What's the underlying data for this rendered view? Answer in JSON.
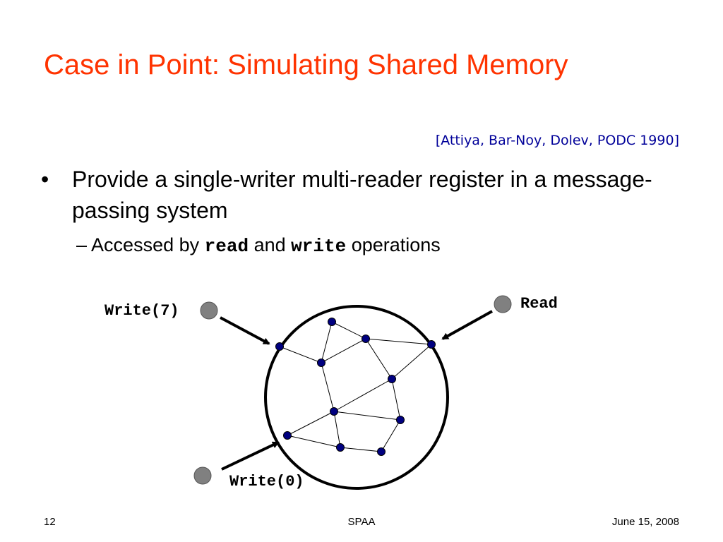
{
  "slide": {
    "title": "Case in Point: Simulating Shared Memory",
    "citation": "[Attiya, Bar-Noy, Dolev, PODC 1990]",
    "bullet": {
      "marker": "•",
      "text": "Provide a single-writer multi-reader register in a message-passing system"
    },
    "subbullet": {
      "marker": "–",
      "prefix": "Accessed by",
      "op1": "read",
      "middle": "and",
      "op2": "write",
      "suffix": "operations"
    }
  },
  "diagram": {
    "labels": {
      "write7": "Write(7)",
      "read": "Read",
      "write0": "Write(0)"
    }
  },
  "footer": {
    "page": "12",
    "center": "SPAA",
    "date": "June 15, 2008"
  },
  "colors": {
    "title": "#ff3300",
    "citation": "#000099",
    "node": "#000080",
    "client": "#808080"
  }
}
